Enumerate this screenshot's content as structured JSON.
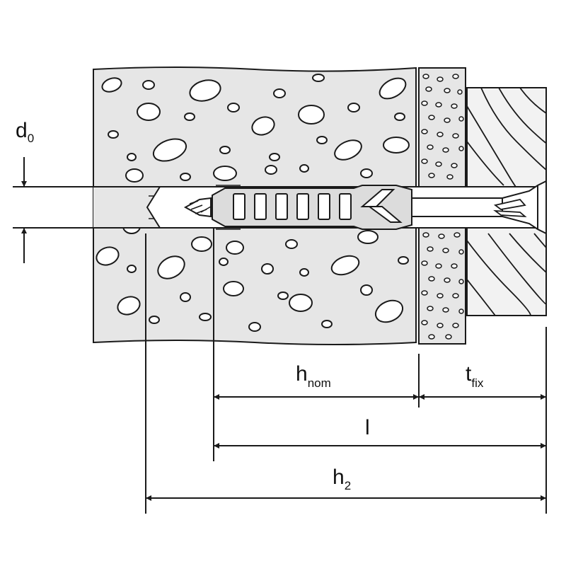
{
  "labels": {
    "d0": {
      "main": "d",
      "sub": "0"
    },
    "h_nom": {
      "main": "h",
      "sub": "nom"
    },
    "t_fix": {
      "main": "t",
      "sub": "fix"
    },
    "l": {
      "main": "l",
      "sub": ""
    },
    "h2": {
      "main": "h",
      "sub": "2"
    }
  },
  "colors": {
    "line": "#1a1a1a",
    "concrete": "#e6e6e6",
    "insulation": "#e6e6e6",
    "wood": "#f2f2f2",
    "dowel": "#dcdcdc",
    "screw": "#eeeeee"
  }
}
